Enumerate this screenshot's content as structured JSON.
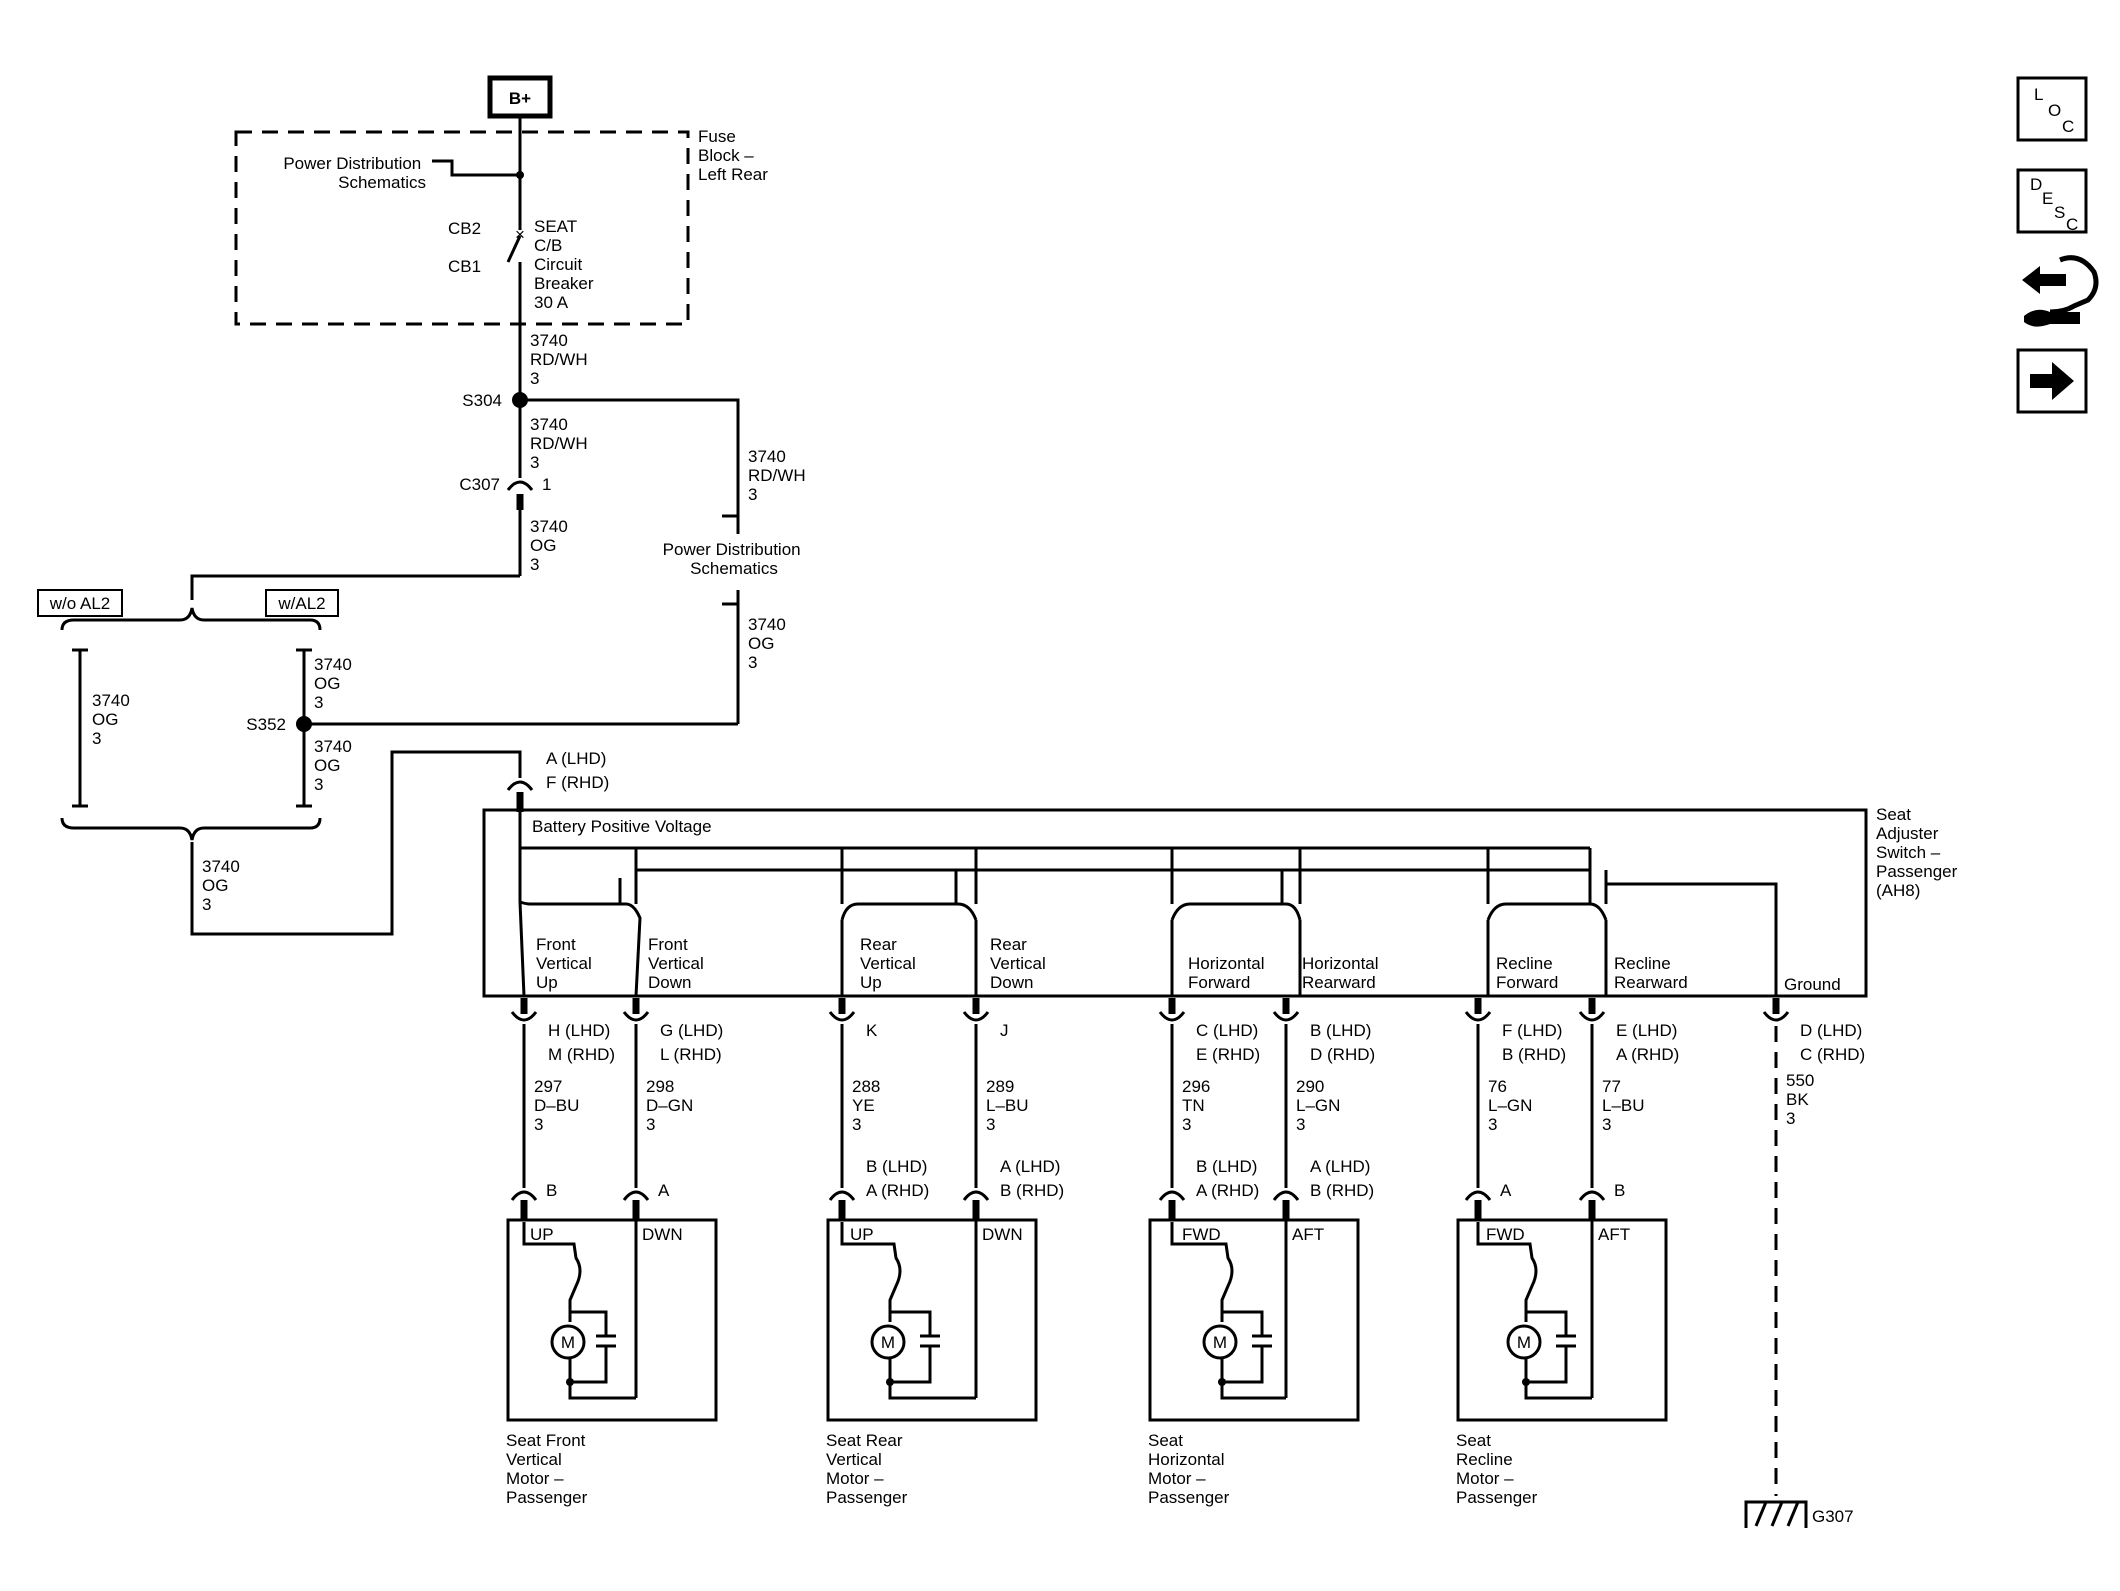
{
  "supply": {
    "battery_tag": "B+",
    "fuse_block": [
      "Fuse",
      "Block –",
      "Left Rear"
    ],
    "power_dist": [
      "Power Distribution",
      "Schematics"
    ],
    "cb2": "CB2",
    "cb1": "CB1",
    "breaker": [
      "SEAT",
      "C/B",
      "Circuit",
      "Breaker",
      "30 A"
    ],
    "wire_rdwh_a": [
      "3740",
      "RD/WH",
      "3"
    ],
    "splice_s304": "S304",
    "wire_rdwh_b": [
      "3740",
      "RD/WH",
      "3"
    ],
    "wire_rdwh_c": [
      "3740",
      "RD/WH",
      "3"
    ],
    "conn_c307": "C307",
    "conn_c307_pin": "1",
    "wire_og_a": [
      "3740",
      "OG",
      "3"
    ],
    "power_dist_2": [
      "Power Distribution",
      "Schematics"
    ],
    "wire_og_b": [
      "3740",
      "OG",
      "3"
    ]
  },
  "options": {
    "wo_al2": "w/o AL2",
    "w_al2": "w/AL2",
    "wire_og_left": [
      "3740",
      "OG",
      "3"
    ],
    "wire_og_upper": [
      "3740",
      "OG",
      "3"
    ],
    "splice_s352": "S352",
    "wire_og_lower": [
      "3740",
      "OG",
      "3"
    ],
    "wire_og_bottom": [
      "3740",
      "OG",
      "3"
    ]
  },
  "switch": {
    "input_pins": [
      "A (LHD)",
      "F (RHD)"
    ],
    "battery_label": "Battery Positive Voltage",
    "name": [
      "Seat",
      "Adjuster",
      "Switch –",
      "Passenger",
      "(AH8)"
    ],
    "contacts": [
      {
        "label": [
          "Front",
          "Vertical",
          "Up"
        ]
      },
      {
        "label": [
          "Front",
          "Vertical",
          "Down"
        ]
      },
      {
        "label": [
          "Rear",
          "Vertical",
          "Up"
        ]
      },
      {
        "label": [
          "Rear",
          "Vertical",
          "Down"
        ]
      },
      {
        "label": [
          "Horizontal",
          "Forward"
        ]
      },
      {
        "label": [
          "Horizontal",
          "Rearward"
        ]
      },
      {
        "label": [
          "Recline",
          "Forward"
        ]
      },
      {
        "label": [
          "Recline",
          "Rearward"
        ]
      }
    ],
    "ground_label": "Ground"
  },
  "outputs": [
    {
      "pins": [
        "H (LHD)",
        "M (RHD)"
      ],
      "wire": [
        "297",
        "D–BU",
        "3"
      ],
      "motor_pin": [
        "B"
      ]
    },
    {
      "pins": [
        "G (LHD)",
        "L (RHD)"
      ],
      "wire": [
        "298",
        "D–GN",
        "3"
      ],
      "motor_pin": [
        "A"
      ]
    },
    {
      "pins": [
        "K"
      ],
      "wire": [
        "288",
        "YE",
        "3"
      ],
      "motor_pin": [
        "B (LHD)",
        "A (RHD)"
      ]
    },
    {
      "pins": [
        "J"
      ],
      "wire": [
        "289",
        "L–BU",
        "3"
      ],
      "motor_pin": [
        "A (LHD)",
        "B (RHD)"
      ]
    },
    {
      "pins": [
        "C (LHD)",
        "E (RHD)"
      ],
      "wire": [
        "296",
        "TN",
        "3"
      ],
      "motor_pin": [
        "B (LHD)",
        "A (RHD)"
      ]
    },
    {
      "pins": [
        "B (LHD)",
        "D (RHD)"
      ],
      "wire": [
        "290",
        "L–GN",
        "3"
      ],
      "motor_pin": [
        "A (LHD)",
        "B (RHD)"
      ]
    },
    {
      "pins": [
        "F (LHD)",
        "B (RHD)"
      ],
      "wire": [
        "76",
        "L–GN",
        "3"
      ],
      "motor_pin": [
        "A"
      ]
    },
    {
      "pins": [
        "E (LHD)",
        "A (RHD)"
      ],
      "wire": [
        "77",
        "L–BU",
        "3"
      ],
      "motor_pin": [
        "B"
      ]
    }
  ],
  "ground": {
    "pins": [
      "D (LHD)",
      "C (RHD)"
    ],
    "wire": [
      "550",
      "BK",
      "3"
    ],
    "name": "G307"
  },
  "motors": [
    {
      "term_a": "UP",
      "term_b": "DWN",
      "symbol": "M",
      "name": [
        "Seat Front",
        "Vertical",
        "Motor –",
        "Passenger"
      ]
    },
    {
      "term_a": "UP",
      "term_b": "DWN",
      "symbol": "M",
      "name": [
        "Seat Rear",
        "Vertical",
        "Motor –",
        "Passenger"
      ]
    },
    {
      "term_a": "FWD",
      "term_b": "AFT",
      "symbol": "M",
      "name": [
        "Seat",
        "Horizontal",
        "Motor –",
        "Passenger"
      ]
    },
    {
      "term_a": "FWD",
      "term_b": "AFT",
      "symbol": "M",
      "name": [
        "Seat",
        "Recline",
        "Motor –",
        "Passenger"
      ]
    }
  ],
  "nav": {
    "loc": [
      "L",
      "O",
      "C"
    ],
    "desc": [
      "D",
      "E",
      "S",
      "C"
    ],
    "nav_icons": [
      "schematic-flow-icon",
      "arrow-right-icon"
    ]
  }
}
